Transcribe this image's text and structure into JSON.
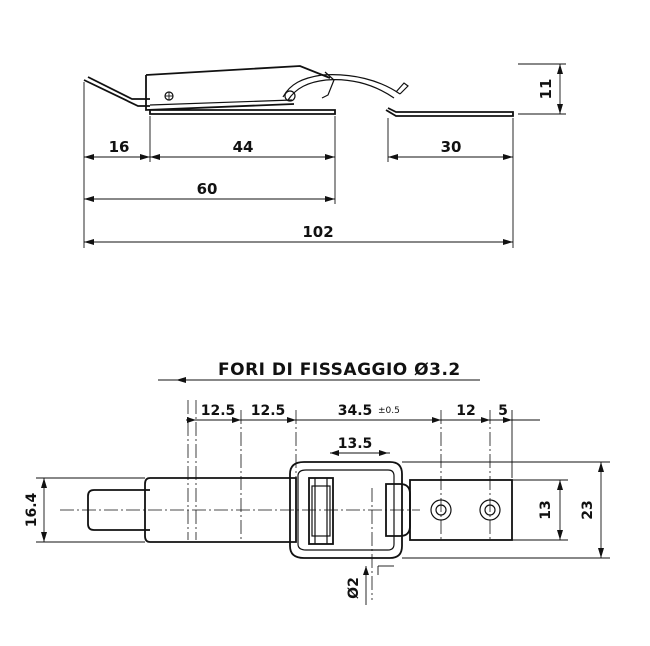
{
  "side_view": {
    "dims": {
      "d16": "16",
      "d44": "44",
      "d30": "30",
      "d60": "60",
      "d102": "102",
      "d11": "11"
    }
  },
  "top_view": {
    "title": "FORI DI FISSAGGIO Ø3.2",
    "dims": {
      "d12_5a": "12.5",
      "d12_5b": "12.5",
      "d34_5": "34.5",
      "d34_5_tol": "±0.5",
      "d12": "12",
      "d5": "5",
      "d13_5": "13.5",
      "d16_4": "16.4",
      "d13": "13",
      "d23": "23",
      "d_pin": "Ø2"
    }
  }
}
